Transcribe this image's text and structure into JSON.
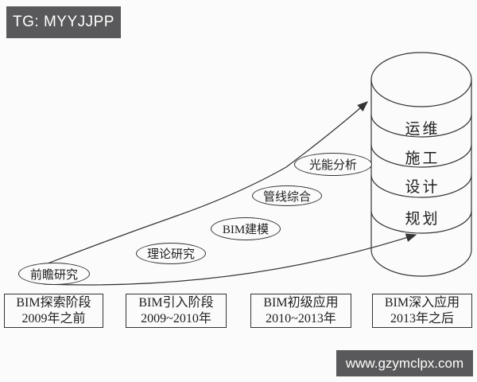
{
  "watermark_top": {
    "label": "TG: MYYJJPP"
  },
  "watermark_bottom": {
    "label": "www.gzymclpx.com"
  },
  "colors": {
    "badge_bg": "#59595b",
    "badge_text": "#ffffff",
    "line": "#333333",
    "background": "#fbfbfb"
  },
  "diagram": {
    "research_bubbles": [
      {
        "label": "前瞻研究"
      },
      {
        "label": "理论研究"
      },
      {
        "label": "BIM建模"
      },
      {
        "label": "管线综合"
      },
      {
        "label": "光能分析"
      }
    ],
    "cylinder_layers": [
      {
        "label": "运维"
      },
      {
        "label": "施工"
      },
      {
        "label": "设计"
      },
      {
        "label": "规划"
      }
    ],
    "stages": [
      {
        "title": "BIM探索阶段",
        "period": "2009年之前"
      },
      {
        "title": "BIM引入阶段",
        "period": "2009~2010年"
      },
      {
        "title": "BIM初级应用",
        "period": "2010~2013年"
      },
      {
        "title": "BIM深入应用",
        "period": "2013年之后"
      }
    ]
  }
}
